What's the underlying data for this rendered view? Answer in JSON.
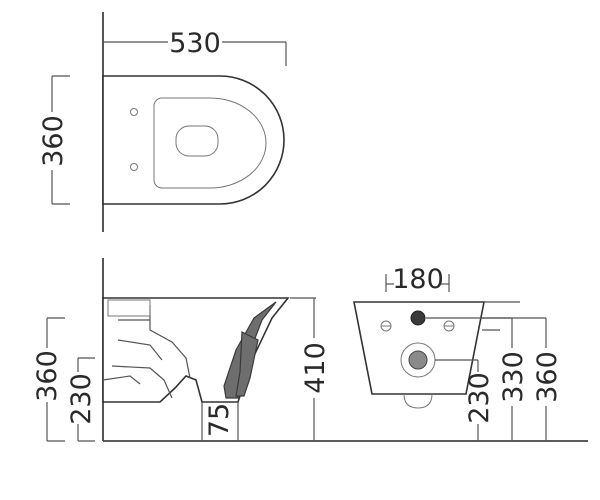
{
  "top_view": {
    "width_dim": "530",
    "depth_dim": "360"
  },
  "side_view": {
    "height_dim": "360",
    "outlet_height_dim": "230",
    "outlet_offset_dim": "75",
    "total_height_dim": "410"
  },
  "rear_view": {
    "width_dim": "180",
    "inlet_height_dim": "330",
    "outlet_height_dim": "230",
    "height_dim": "360"
  }
}
